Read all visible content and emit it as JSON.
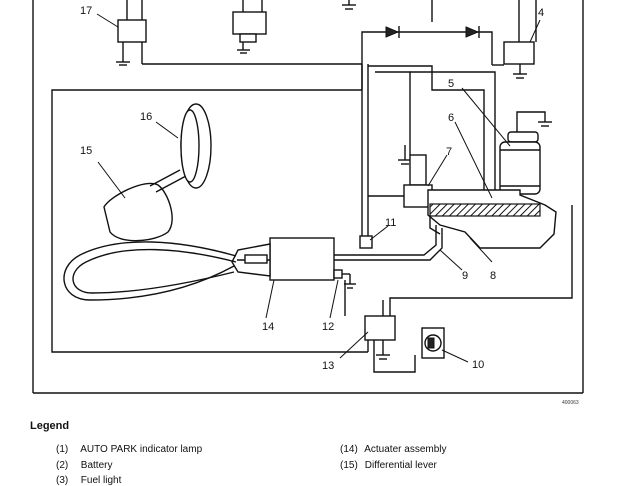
{
  "callouts": {
    "c4": "4",
    "c5": "5",
    "c6": "6",
    "c7": "7",
    "c8": "8",
    "c9": "9",
    "c10": "10",
    "c11": "11",
    "c12": "12",
    "c13": "13",
    "c14": "14",
    "c15": "15",
    "c16": "16",
    "c17": "17"
  },
  "figure_code": "400063",
  "legend": {
    "title": "Legend",
    "items": [
      {
        "num": "(1)",
        "label": "AUTO PARK indicator lamp"
      },
      {
        "num": "(2)",
        "label": "Battery"
      },
      {
        "num": "(3)",
        "label": "Fuel light"
      },
      {
        "num": "(14)",
        "label": "Actuater assembly"
      },
      {
        "num": "(15)",
        "label": "Differential lever"
      }
    ]
  }
}
